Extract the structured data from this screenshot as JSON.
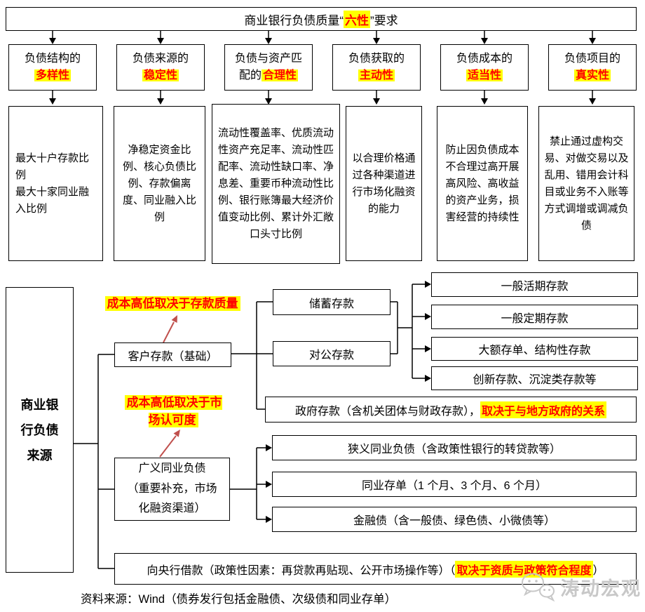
{
  "flow": {
    "title_pre": "商业银行负债质量“",
    "title_hl": "六性",
    "title_suf": "”要求"
  },
  "requirements": [
    {
      "header_line1": "负债结构的",
      "header_pre": "",
      "header_hl": "多样性",
      "detail": "最大十户存款比例\n最大十家同业融入比例"
    },
    {
      "header_line1": "负债来源的",
      "header_pre": "",
      "header_hl": "稳定性",
      "detail": "净稳定资金比例、核心负债比例、存款偏离度、同业融入比例"
    },
    {
      "header_line1": "负债与资产匹",
      "header_pre": "配的",
      "header_hl": "合理性",
      "detail": "流动性覆盖率、优质流动性资产充足率、流动性匹配率、流动性缺口率、净息差、重要币种流动性比例、银行账簿最大经济价值变动比例、累计外汇敞口头寸比例"
    },
    {
      "header_line1": "负债获取的",
      "header_pre": "",
      "header_hl": "主动性",
      "detail": "以合理价格通过各种渠道进行市场化融资的能力"
    },
    {
      "header_line1": "负债成本的",
      "header_pre": "",
      "header_hl": "适当性",
      "detail": "防止因负债成本不合理过高开展高风险、高收益的资产业务，损害经营的持续性"
    },
    {
      "header_line1": "负债项目的",
      "header_pre": "",
      "header_hl": "真实性",
      "detail": "禁止通过虚构交易、对做交易以及乱用、错用会计科目或业务不入账等方式调增或调减负债"
    }
  ],
  "sources": {
    "root": "商业银\n行负债\n来源",
    "annotation_customer": "成本高低取决于存款质量",
    "customer": "客户存款（基础）",
    "savings": "储蓄存款",
    "corporate": "对公存款",
    "deposit_types": [
      "一般活期存款",
      "一般定期存款",
      "大额存单、结构性存款",
      "创新存款、沉淀类存款等"
    ],
    "government_pre": "政府存款（含机关团体与财政存款），",
    "government_hl": "取决于与地方政府的关系",
    "annotation_interbank": "成本高低取决于市\n场认可度",
    "interbank": "广义同业负债\n（重要补充，市场\n化融资渠道）",
    "interbank_types": [
      "狭义同业负债（含政策性银行的转贷款等）",
      "同业存单（1 个月、3 个月、6 个月）",
      "金融债（含一般债、绿色债、小微债等）"
    ],
    "central_bank_pre": "向央行借款（政策性因素：再贷款再贴现、公开市场操作等）（",
    "central_bank_hl": "取决于资质与政策符合程度",
    "central_bank_suf": "）"
  },
  "footer": {
    "source_note": "资料来源：Wind（债券发行包括金融债、次级债和同业存单）"
  },
  "watermark": {
    "text": "涛动宏观"
  },
  "colors": {
    "highlight_bg": "#FFFF00",
    "highlight_text": "#FF0000",
    "annotation_arrow": "#C0504D",
    "box_border": "#000000",
    "watermark": "#C8C8C8"
  }
}
